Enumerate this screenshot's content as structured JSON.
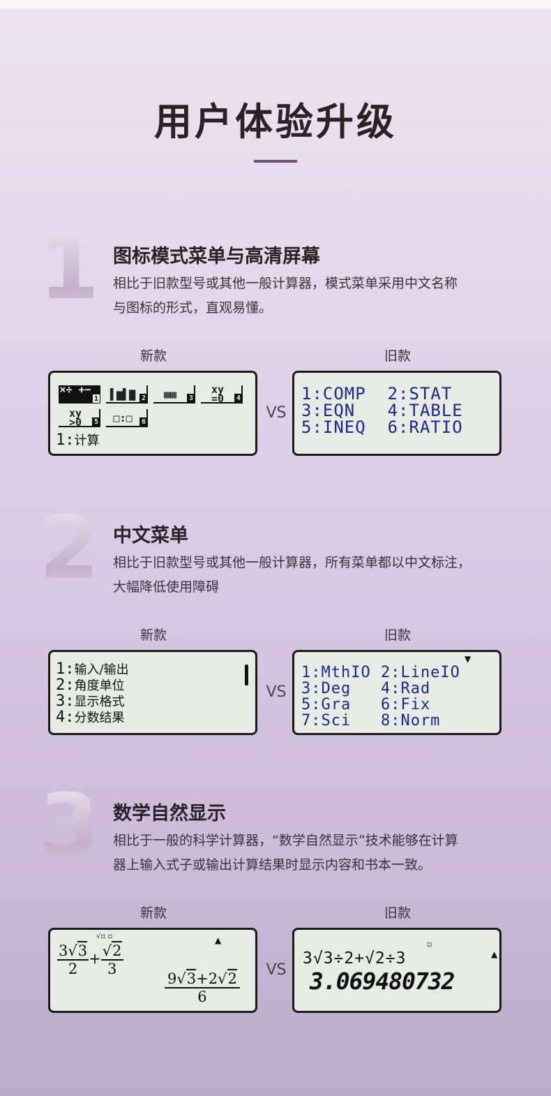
{
  "page": {
    "title": "用户体验升级"
  },
  "sections": [
    {
      "number": "1",
      "title": "图标模式菜单与高清屏幕",
      "desc_lines": [
        "相比于旧款型号或其他一般计算器，模式菜单采用中文名称",
        "与图标的形式，直观易懂。"
      ],
      "new_label": "新款",
      "old_label": "旧款",
      "vs": "VS",
      "new_screen": {
        "icons": [
          {
            "glyph": "×÷\n+−",
            "tag": "1",
            "name": "calc-mode-icon"
          },
          {
            "glyph": "▌▆▌▇",
            "tag": "2",
            "name": "stat-mode-icon"
          },
          {
            "glyph": "▦▦",
            "tag": "3",
            "name": "table-mode-icon"
          },
          {
            "glyph": "xy\n=0",
            "tag": "4",
            "name": "equation-mode-icon"
          },
          {
            "glyph": "xy\n>0",
            "tag": "5",
            "name": "inequality-mode-icon"
          },
          {
            "glyph": "□:□",
            "tag": "6",
            "name": "ratio-mode-icon"
          }
        ],
        "caption_num": "1:",
        "caption_text": "计算"
      },
      "old_screen": {
        "lines": [
          "1:COMP  2:STAT",
          "3:EQN   4:TABLE",
          "5:INEQ  6:RATIO"
        ]
      }
    },
    {
      "number": "2",
      "title": "中文菜单",
      "desc_lines": [
        "相比于旧款型号或其他一般计算器，所有菜单都以中文标注，",
        "大幅降低使用障碍"
      ],
      "new_label": "新款",
      "old_label": "旧款",
      "vs": "VS",
      "new_screen": {
        "items": [
          {
            "num": "1:",
            "text": "输入/输出"
          },
          {
            "num": "2:",
            "text": "角度单位"
          },
          {
            "num": "3:",
            "text": "显示格式"
          },
          {
            "num": "4:",
            "text": "分数结果"
          }
        ]
      },
      "old_screen": {
        "lines": [
          "1:MthIO 2:LineIO",
          "3:Deg   4:Rad",
          "5:Gra   6:Fix",
          "7:Sci   8:Norm"
        ],
        "indicator": "▼"
      }
    },
    {
      "number": "3",
      "title": "数学自然显示",
      "desc_lines": [
        "相比于一般的科学计算器，“数学自然显示”技术能够在计算",
        "器上输入式子或输出计算结果时显示内容和书本一致。"
      ],
      "new_label": "新款",
      "old_label": "旧款",
      "vs": "VS",
      "new_screen": {
        "indicator": "▲",
        "status": "√▫ ▫",
        "expr_a_coef": "3",
        "expr_a_rad": "3",
        "expr_a_den": "2",
        "plus": "+",
        "expr_b_rad": "2",
        "expr_b_den": "3",
        "result_coef1": "9",
        "result_rad1": "3",
        "result_mid": "+2",
        "result_rad2": "2",
        "result_den": "6"
      },
      "old_screen": {
        "status": "▫",
        "indicator": "▲",
        "input": "3√3÷2+√2÷3",
        "result": "3.069480732"
      }
    }
  ]
}
